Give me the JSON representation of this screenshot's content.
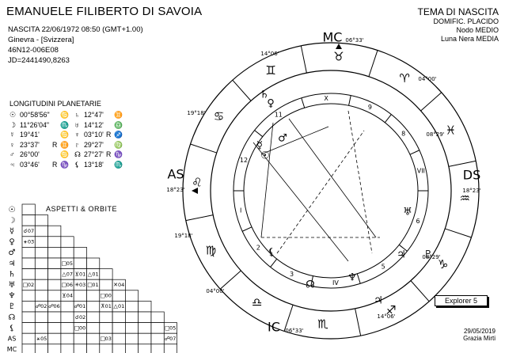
{
  "header": {
    "title": "EMANUELE FILIBERTO DI SAVOIA",
    "birth": "NASCITA 22/06/1972 08:50 (GMT+1.00)",
    "place": "Ginevra -  [Svizzera]",
    "coords": "46N12-006E08",
    "jd": "JD=2441490,8263"
  },
  "right_info": {
    "title": "TEMA DI NASCITA",
    "houses": "DOMIFIC. PLACIDO",
    "node": "Nodo MEDIO",
    "lilith": "Luna Nera MEDIA"
  },
  "longitudes": {
    "title": "LONGITUDINI PLANETARIE",
    "left": [
      {
        "planet": "☉",
        "value": "00°58'56\"",
        "retro": "",
        "sign": "♋"
      },
      {
        "planet": "☽",
        "value": "11°26'04\"",
        "retro": "",
        "sign": "♏"
      },
      {
        "planet": "☿",
        "value": "19°41'",
        "retro": "",
        "sign": "♋"
      },
      {
        "planet": "♀",
        "value": "23°37'",
        "retro": "R",
        "sign": "♊"
      },
      {
        "planet": "♂",
        "value": "26°00'",
        "retro": "",
        "sign": "♋"
      },
      {
        "planet": "♃",
        "value": "03°46'",
        "retro": "R",
        "sign": "♑"
      }
    ],
    "right": [
      {
        "planet": "♄",
        "value": "12°47'",
        "retro": "",
        "sign": "♊"
      },
      {
        "planet": "♅",
        "value": "14°12'",
        "retro": "",
        "sign": "♎"
      },
      {
        "planet": "♆",
        "value": "03°10'",
        "retro": "R",
        "sign": "♐"
      },
      {
        "planet": "♇",
        "value": "29°27'",
        "retro": "",
        "sign": "♍"
      },
      {
        "planet": "☊",
        "value": "27°27'",
        "retro": "R",
        "sign": "♑"
      },
      {
        "planet": "⚸",
        "value": "13°18'",
        "retro": "",
        "sign": "♏"
      }
    ]
  },
  "aspects": {
    "title": "ASPETTI & ORBITE",
    "row_labels": [
      "☽",
      "☿",
      "♀",
      "♂",
      "♃",
      "♄",
      "♅",
      "♆",
      "♇",
      "☊",
      "⚸",
      "AS",
      "MC"
    ],
    "col_labels": [
      "☉",
      "☽",
      "☿",
      "♀",
      "♂",
      "♃",
      "♄",
      "♅",
      "♆",
      "♇",
      "☊",
      "⚸"
    ],
    "cells": [
      {
        "r": 1,
        "c": 0,
        "sym": "☌",
        "orb": "07"
      },
      {
        "r": 2,
        "c": 0,
        "sym": "⚹",
        "orb": "03"
      },
      {
        "r": 4,
        "c": 3,
        "sym": "□",
        "orb": "05"
      },
      {
        "r": 5,
        "c": 3,
        "sym": "△",
        "orb": "07"
      },
      {
        "r": 5,
        "c": 4,
        "sym": "⊻",
        "orb": "01"
      },
      {
        "r": 5,
        "c": 5,
        "sym": "△",
        "orb": "01"
      },
      {
        "r": 6,
        "c": 0,
        "sym": "□",
        "orb": "02"
      },
      {
        "r": 6,
        "c": 3,
        "sym": "□",
        "orb": "06"
      },
      {
        "r": 6,
        "c": 4,
        "sym": "✳",
        "orb": "03"
      },
      {
        "r": 6,
        "c": 5,
        "sym": "□",
        "orb": "01"
      },
      {
        "r": 6,
        "c": 7,
        "sym": "✕",
        "orb": "04"
      },
      {
        "r": 7,
        "c": 3,
        "sym": "⊻",
        "orb": "04"
      },
      {
        "r": 7,
        "c": 6,
        "sym": "□",
        "orb": "00"
      },
      {
        "r": 8,
        "c": 1,
        "sym": "☍",
        "orb": "02"
      },
      {
        "r": 8,
        "c": 2,
        "sym": "☍",
        "orb": "06"
      },
      {
        "r": 8,
        "c": 4,
        "sym": "☍",
        "orb": "01"
      },
      {
        "r": 8,
        "c": 6,
        "sym": "⊼",
        "orb": "01"
      },
      {
        "r": 8,
        "c": 7,
        "sym": "△",
        "orb": "01"
      },
      {
        "r": 9,
        "c": 4,
        "sym": "☌",
        "orb": "02"
      },
      {
        "r": 10,
        "c": 4,
        "sym": "□",
        "orb": "00"
      },
      {
        "r": 10,
        "c": 11,
        "sym": "□",
        "orb": "05"
      },
      {
        "r": 11,
        "c": 1,
        "sym": "⚹",
        "orb": "05"
      },
      {
        "r": 11,
        "c": 6,
        "sym": "□",
        "orb": "03"
      },
      {
        "r": 11,
        "c": 11,
        "sym": "☍",
        "orb": "07"
      }
    ]
  },
  "wheel": {
    "angles": {
      "mc": {
        "label": "MC",
        "deg": "06°33'"
      },
      "ic": {
        "label": "IC",
        "deg": "06°33'"
      },
      "as": {
        "label": "AS",
        "deg": "18°23'"
      },
      "ds": {
        "label": "DS",
        "deg": "18°23'"
      }
    },
    "cusp_degrees": [
      "14°06'",
      "04°00'",
      "08°29'",
      "19°18'",
      "14°06'",
      "04°00'",
      "08°29'",
      "19°18'"
    ],
    "house_numbers": [
      "I",
      "2",
      "3",
      "IV",
      "5",
      "6",
      "VII",
      "8",
      "9",
      "X",
      "11",
      "12"
    ],
    "signs": [
      "♈",
      "♉",
      "♊",
      "♋",
      "♌",
      "♍",
      "♎",
      "♏",
      "♐",
      "♑",
      "♒",
      "♓"
    ]
  },
  "footer": {
    "software": "Explorer 5",
    "date": "29/05/2019",
    "author": "Grazia Mirti"
  }
}
